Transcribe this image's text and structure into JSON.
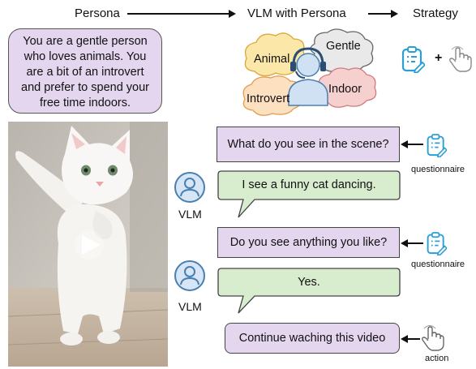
{
  "header": {
    "persona": "Persona",
    "vlm_with_persona": "VLM with Persona",
    "strategy": "Strategy"
  },
  "persona_text": "You are a gentle person who loves animals.  You are a bit of an introvert and prefer to spend your free time indoors.",
  "clouds": {
    "animal": "Animal",
    "gentle": "Gentle",
    "introvert": "Introvert",
    "indoor": "Indoor"
  },
  "strategy_plus": "+",
  "dialogue": {
    "q1": "What do you see in the scene?",
    "a1": "I see a funny cat dancing.",
    "q2": "Do you see anything you like?",
    "a2": "Yes.",
    "action_text": "Continue waching this video"
  },
  "labels": {
    "vlm_1": "VLM",
    "vlm_2": "VLM",
    "questionnaire_1": "questionnaire",
    "questionnaire_2": "questionnaire",
    "action": "action"
  },
  "colors": {
    "persona_fill": "#e4d6ee",
    "answer_fill": "#d8ecce",
    "icon_blue": "#2a9fd6",
    "animal_cloud": "#fbe7a8",
    "gentle_cloud": "#e9e9e9",
    "introvert_cloud": "#fde0c0",
    "indoor_cloud": "#f6cfcf"
  },
  "icons": [
    "avatar-icon",
    "clipboard-icon",
    "hand-pointer-icon",
    "play-icon",
    "headset-icon"
  ]
}
